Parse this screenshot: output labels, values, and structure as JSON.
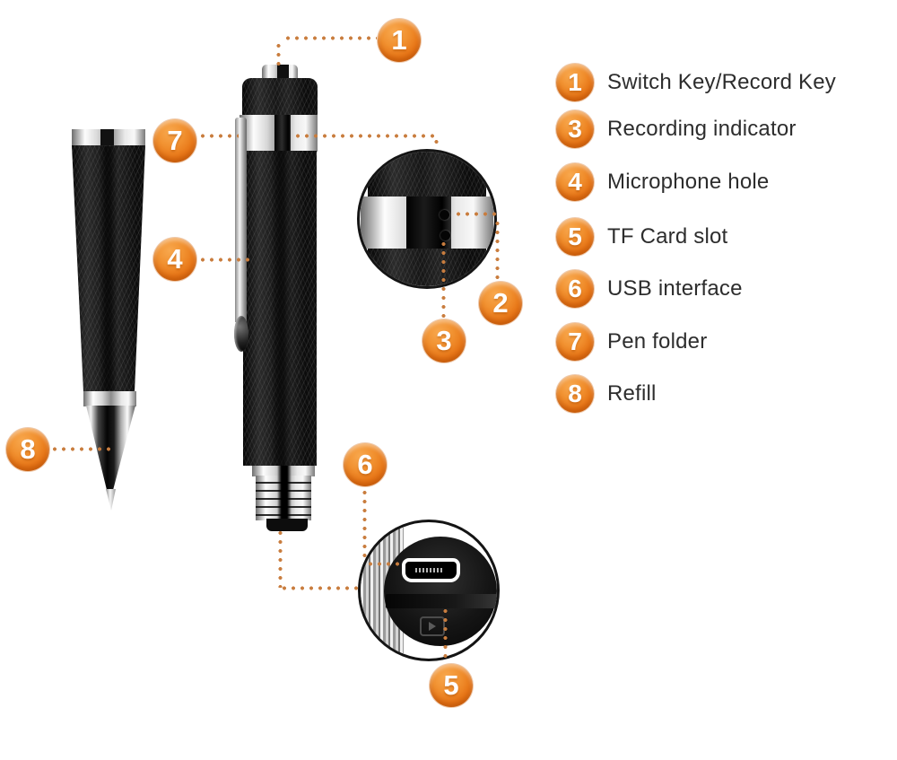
{
  "colors": {
    "badge_orange": "#ee7f1f",
    "leader_dot": "#c97d3e",
    "label_text": "#2d2d2d",
    "background": "#ffffff"
  },
  "callouts": {
    "c1": "1",
    "c2": "2",
    "c3": "3",
    "c4": "4",
    "c5": "5",
    "c6": "6",
    "c7": "7",
    "c8": "8"
  },
  "legend": {
    "items": [
      {
        "num": "1",
        "label": "Switch Key/Record Key"
      },
      {
        "num": "3",
        "label": "Recording indicator"
      },
      {
        "num": "4",
        "label": "Microphone hole"
      },
      {
        "num": "5",
        "label": "TF Card slot"
      },
      {
        "num": "6",
        "label": "USB interface"
      },
      {
        "num": "7",
        "label": "Pen folder"
      },
      {
        "num": "8",
        "label": "Refill"
      }
    ]
  }
}
